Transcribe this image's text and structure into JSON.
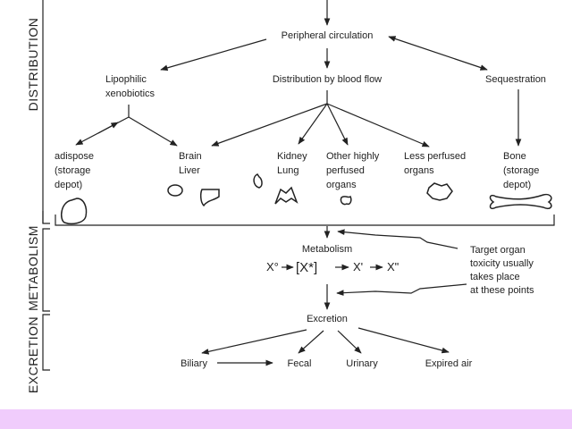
{
  "sections": {
    "distribution": "DISTRIBUTION",
    "metabolism": "METABOLISM",
    "excretion": "EXCRETION"
  },
  "nodes": {
    "peripheral": "Peripheral circulation",
    "blood_flow": "Distribution by blood flow",
    "lipophilic": [
      "Lipophilic",
      "xenobiotics"
    ],
    "sequestration": "Sequestration",
    "adipose": [
      "adispose",
      "(storage",
      "depot)"
    ],
    "brain_liver": [
      "Brain",
      "Liver"
    ],
    "kidney_lung": [
      "Kidney",
      "Lung"
    ],
    "other": [
      "Other highly",
      "perfused",
      "organs"
    ],
    "less": [
      "Less perfused",
      "organs"
    ],
    "bone": [
      "Bone",
      "(storage",
      "depot)"
    ],
    "metabolism": "Metabolism",
    "formula": [
      "X°",
      "[X*]",
      "X'",
      "X\""
    ],
    "target": [
      "Target organ",
      "toxicity usually",
      "takes place",
      "at these points"
    ],
    "excretion": "Excretion",
    "routes": [
      "Biliary",
      "Fecal",
      "Urinary",
      "Expired air"
    ]
  },
  "icons": [
    "adipose-cell-icon",
    "brain-icon",
    "liver-icon",
    "kidney-icon",
    "lung-icon",
    "organ-icon",
    "tissue-icon",
    "bone-icon"
  ],
  "colors": {
    "band": "#f0ccfc",
    "ink": "#222222"
  }
}
